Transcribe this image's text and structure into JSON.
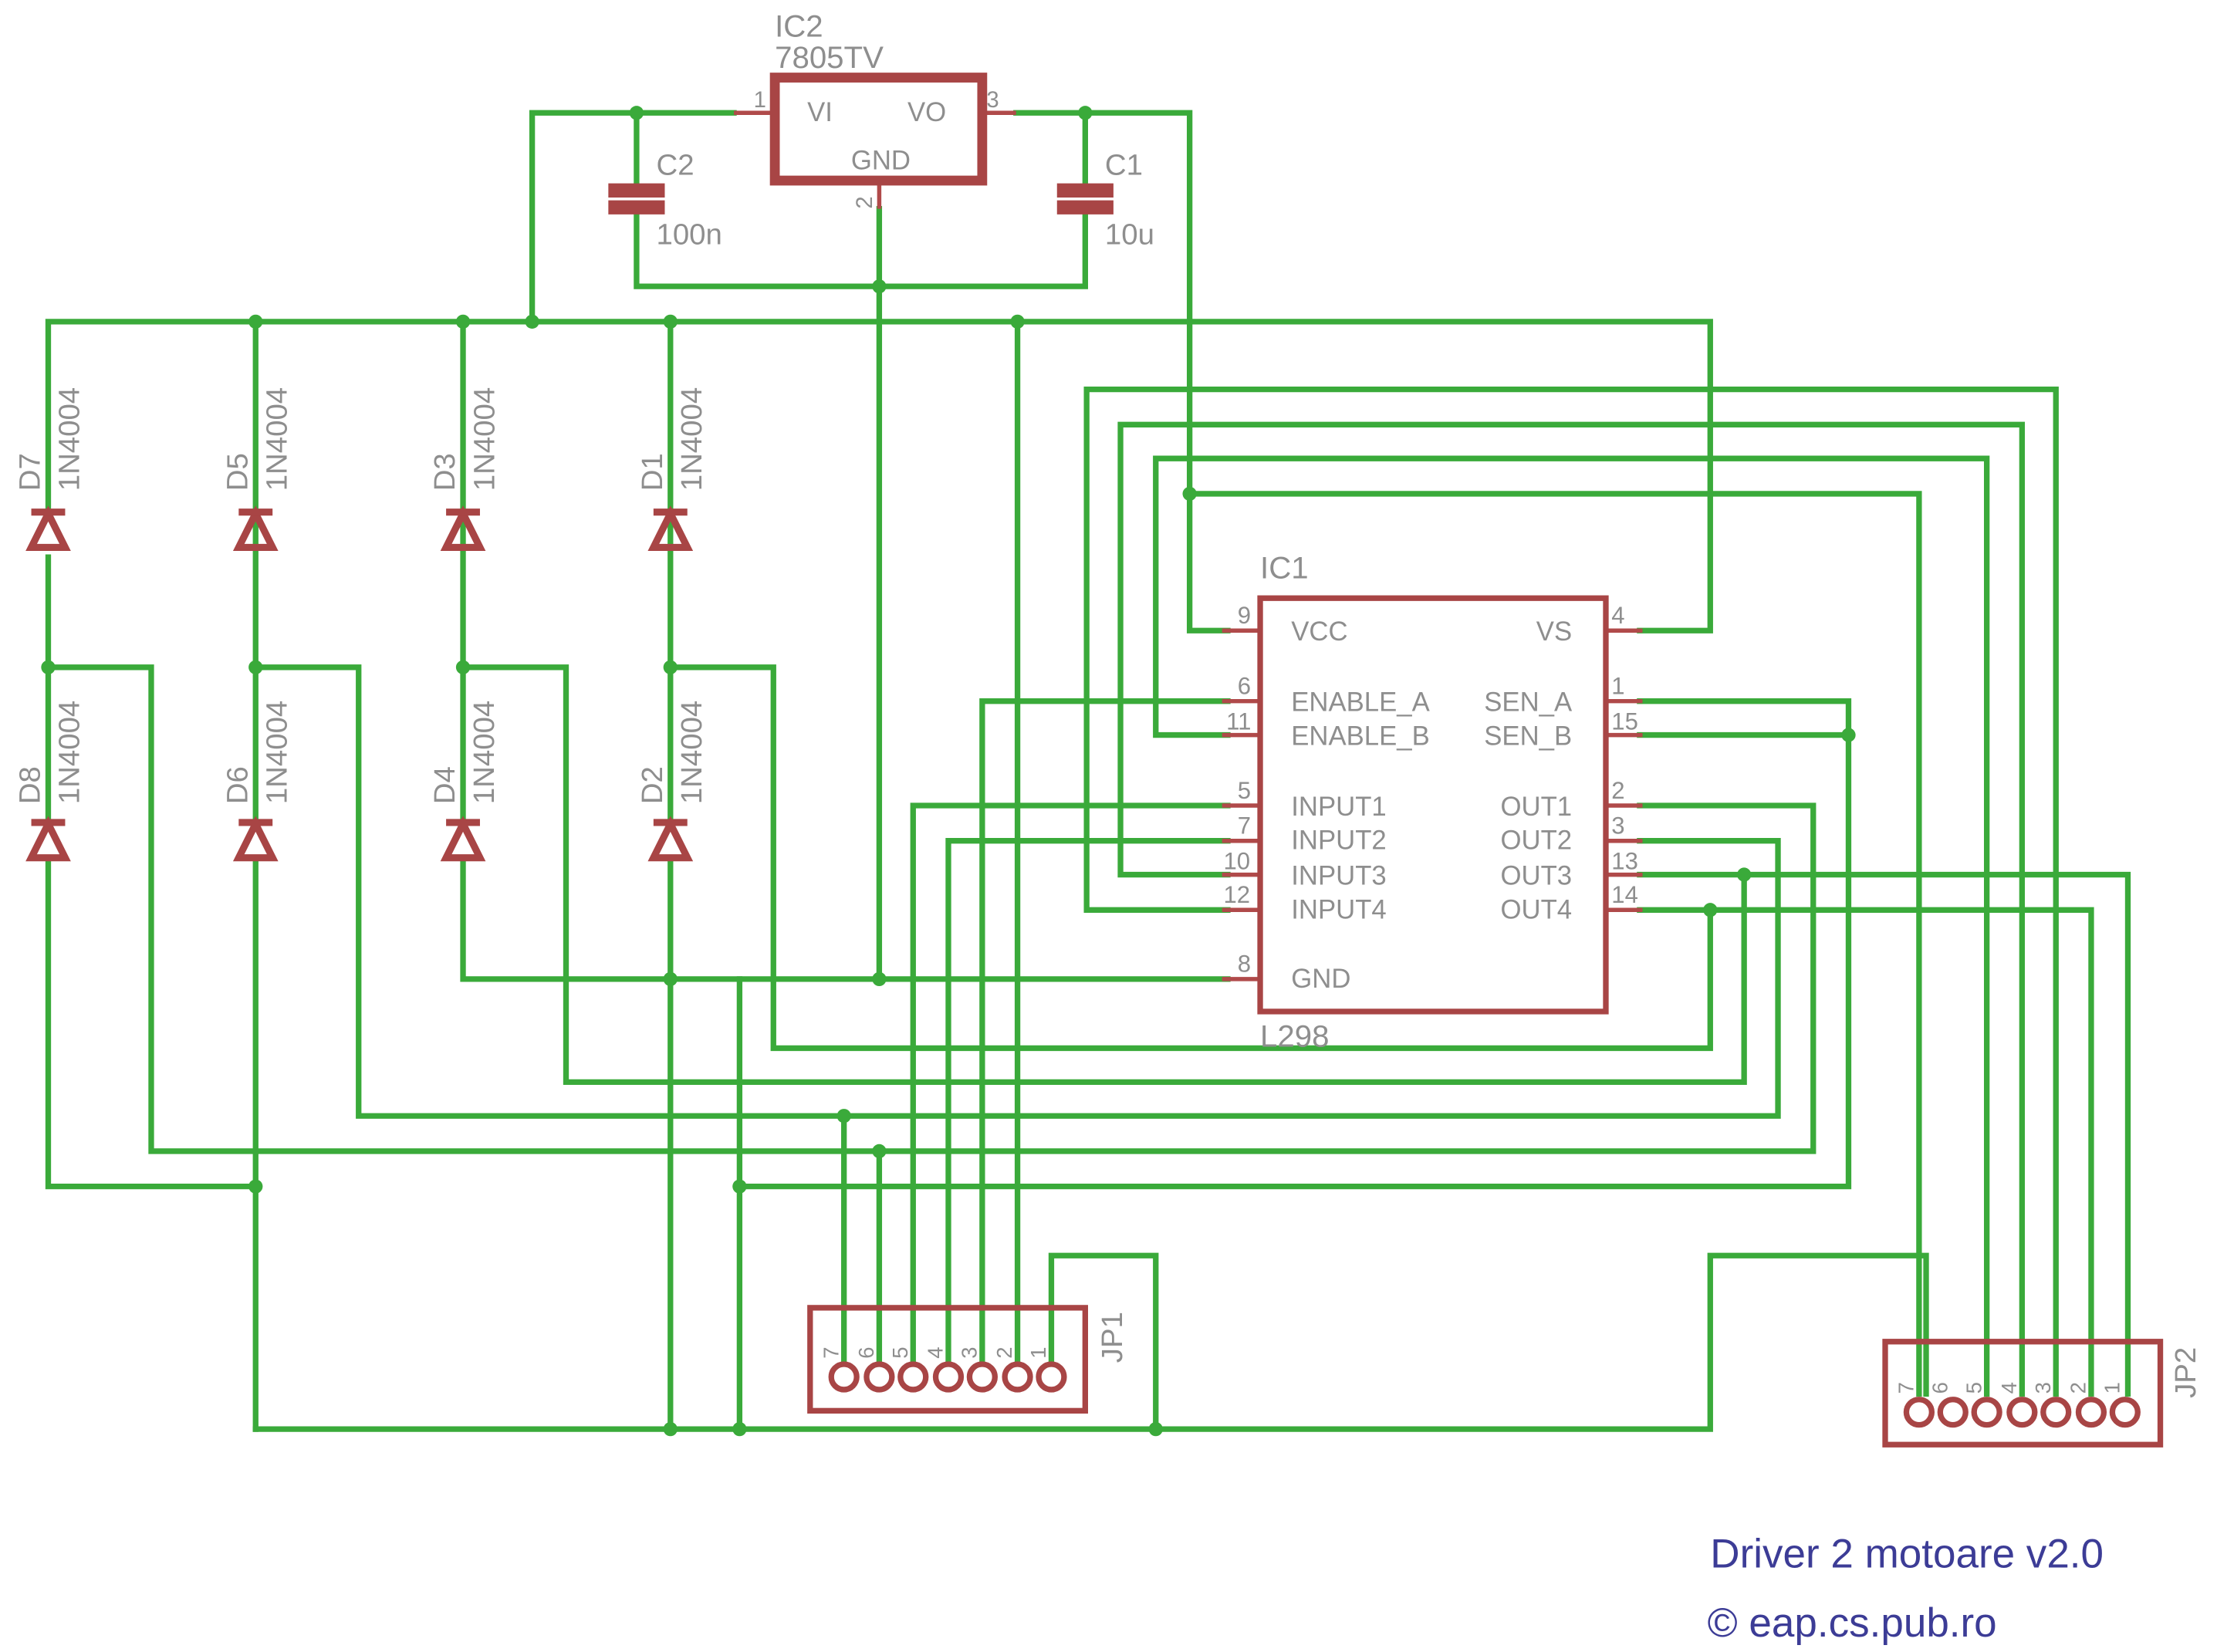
{
  "ic2": {
    "name": "IC2",
    "value": "7805TV",
    "pin_vi": "VI",
    "pin_vo": "VO",
    "pin_gnd": "GND",
    "pin_n1": "1",
    "pin_n2": "2",
    "pin_n3": "3"
  },
  "c1": {
    "name": "C1",
    "value": "10u"
  },
  "c2": {
    "name": "C2",
    "value": "100n"
  },
  "ic1": {
    "name": "IC1",
    "value": "L298",
    "left_pins": [
      {
        "num": "9",
        "label": "VCC"
      },
      {
        "num": "6",
        "label": "ENABLE_A"
      },
      {
        "num": "11",
        "label": "ENABLE_B"
      },
      {
        "num": "5",
        "label": "INPUT1"
      },
      {
        "num": "7",
        "label": "INPUT2"
      },
      {
        "num": "10",
        "label": "INPUT3"
      },
      {
        "num": "12",
        "label": "INPUT4"
      },
      {
        "num": "8",
        "label": "GND"
      }
    ],
    "right_pins": [
      {
        "num": "4",
        "label": "VS"
      },
      {
        "num": "1",
        "label": "SEN_A"
      },
      {
        "num": "15",
        "label": "SEN_B"
      },
      {
        "num": "2",
        "label": "OUT1"
      },
      {
        "num": "3",
        "label": "OUT2"
      },
      {
        "num": "13",
        "label": "OUT3"
      },
      {
        "num": "14",
        "label": "OUT4"
      }
    ]
  },
  "diodes": [
    {
      "name": "D7",
      "value": "1N4004"
    },
    {
      "name": "D5",
      "value": "1N4004"
    },
    {
      "name": "D3",
      "value": "1N4004"
    },
    {
      "name": "D1",
      "value": "1N4004"
    },
    {
      "name": "D8",
      "value": "1N4004"
    },
    {
      "name": "D6",
      "value": "1N4004"
    },
    {
      "name": "D4",
      "value": "1N4004"
    },
    {
      "name": "D2",
      "value": "1N4004"
    }
  ],
  "jp1": {
    "name": "JP1",
    "pins": [
      "7",
      "6",
      "5",
      "4",
      "3",
      "2",
      "1"
    ]
  },
  "jp2": {
    "name": "JP2",
    "pins": [
      "7",
      "6",
      "5",
      "4",
      "3",
      "2",
      "1"
    ]
  },
  "footer": {
    "title": "Driver 2 motoare v2.0",
    "copyright": "© eap.cs.pub.ro"
  },
  "colors": {
    "wire": "#3aaa3a",
    "component": "#a84545",
    "label": "#8e8e8e",
    "title": "#3c3c96"
  }
}
